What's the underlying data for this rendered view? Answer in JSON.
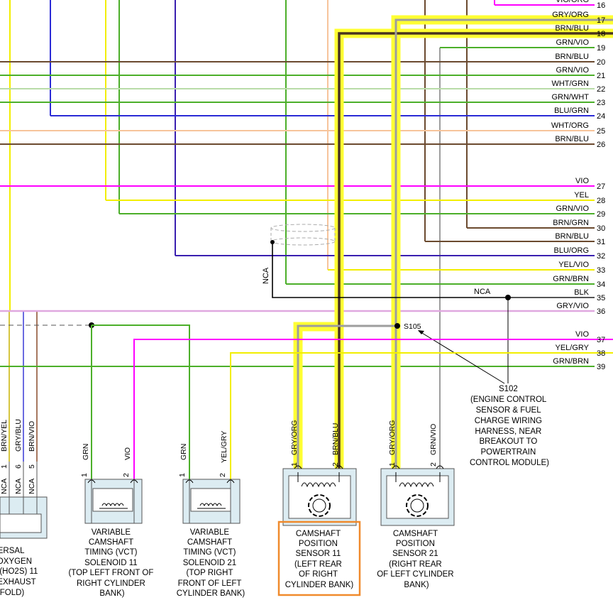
{
  "wires": [
    {
      "num": "16",
      "label": "VIO/ORG",
      "color": "#ff00ff"
    },
    {
      "num": "17",
      "label": "GRY/ORG",
      "color": "#9e9e9e"
    },
    {
      "num": "18",
      "label": "BRN/BLU",
      "color": "#6b4a2f"
    },
    {
      "num": "19",
      "label": "GRN/VIO",
      "color": "#4caf2a"
    },
    {
      "num": "20",
      "label": "BRN/BLU",
      "color": "#6b4a2f"
    },
    {
      "num": "21",
      "label": "GRN/VIO",
      "color": "#4caf2a"
    },
    {
      "num": "22",
      "label": "WHT/GRN",
      "color": "#b9dca8"
    },
    {
      "num": "23",
      "label": "GRN/WHT",
      "color": "#4caf2a"
    },
    {
      "num": "24",
      "label": "BLU/GRN",
      "color": "#2b2bd6"
    },
    {
      "num": "25",
      "label": "WHT/ORG",
      "color": "#f7c49b"
    },
    {
      "num": "26",
      "label": "BRN/BLU",
      "color": "#6b4a2f"
    },
    {
      "num": "27",
      "label": "VIO",
      "color": "#ff00ff"
    },
    {
      "num": "28",
      "label": "YEL",
      "color": "#f2ee00"
    },
    {
      "num": "29",
      "label": "GRN/VIO",
      "color": "#4caf2a"
    },
    {
      "num": "30",
      "label": "BRN/GRN",
      "color": "#6b4a2f"
    },
    {
      "num": "31",
      "label": "BRN/BLU",
      "color": "#6b4a2f"
    },
    {
      "num": "32",
      "label": "BLU/ORG",
      "color": "#3a1fb0"
    },
    {
      "num": "33",
      "label": "YEL/VIO",
      "color": "#f2ee00"
    },
    {
      "num": "34",
      "label": "GRN/BRN",
      "color": "#4caf2a"
    },
    {
      "num": "35",
      "label": "BLK",
      "color": "#000000"
    },
    {
      "num": "36",
      "label": "GRY/VIO",
      "color": "#e0a8e0"
    },
    {
      "num": "37",
      "label": "VIO",
      "color": "#ff00ff"
    },
    {
      "num": "38",
      "label": "YEL/GRY",
      "color": "#f2ee00"
    },
    {
      "num": "39",
      "label": "GRN/BRN",
      "color": "#4caf2a"
    }
  ],
  "labels": {
    "nca_vertical": "NCA",
    "nca_blk": "NCA",
    "s105": "S105",
    "s102_lines": [
      "S102",
      "(ENGINE CONTROL",
      "SENSOR & FUEL",
      "CHARGE WIRING",
      "HARNESS, NEAR",
      "BREAKOUT TO",
      "POWERTRAIN",
      "CONTROL MODULE)"
    ]
  },
  "ho2s": {
    "wires": [
      {
        "color": "BRN/YEL",
        "pin": "1",
        "nca": "NCA"
      },
      {
        "color": "GRY/BLU",
        "pin": "6",
        "nca": "NCA"
      },
      {
        "color": "BRN/VIO",
        "pin": "5",
        "nca": "NCA"
      }
    ],
    "caption": [
      "ERSAL",
      "OXYGEN",
      "(HO2S) 11",
      "EXHAUST",
      "FOLD)"
    ]
  },
  "components": [
    {
      "id": "vct11",
      "pins": [
        {
          "pin": "1",
          "wire": "GRN"
        },
        {
          "pin": "2",
          "wire": "VIO"
        }
      ],
      "caption": [
        "VARIABLE",
        "CAMSHAFT",
        "TIMING (VCT)",
        "SOLENOID 11",
        "(TOP LEFT FRONT OF",
        "RIGHT CYLINDER",
        "BANK)"
      ]
    },
    {
      "id": "vct21",
      "pins": [
        {
          "pin": "1",
          "wire": "GRN"
        },
        {
          "pin": "2",
          "wire": "YEL/GRY"
        }
      ],
      "caption": [
        "VARIABLE",
        "CAMSHAFT",
        "TIMING (VCT)",
        "SOLENOID 21",
        "(TOP RIGHT",
        "FRONT OF LEFT",
        "CYLINDER BANK)"
      ]
    },
    {
      "id": "cmp11",
      "pins": [
        {
          "pin": "1",
          "wire": "GRY/ORG"
        },
        {
          "pin": "2",
          "wire": "BRN/BLU"
        }
      ],
      "caption": [
        "CAMSHAFT",
        "POSITION",
        "SENSOR 11",
        "(LEFT REAR",
        "OF RIGHT",
        "CYLINDER BANK)"
      ]
    },
    {
      "id": "cmp21",
      "pins": [
        {
          "pin": "1",
          "wire": "GRY/ORG"
        },
        {
          "pin": "2",
          "wire": "GRN/VIO"
        }
      ],
      "caption": [
        "CAMSHAFT",
        "POSITION",
        "SENSOR 21",
        "(RIGHT REAR",
        "OF LEFT CYLINDER",
        "BANK)"
      ]
    }
  ],
  "colors": {
    "highlight": "#ffff33",
    "selection_box": "#f08a2c",
    "component_fill": "#dcecf2"
  }
}
